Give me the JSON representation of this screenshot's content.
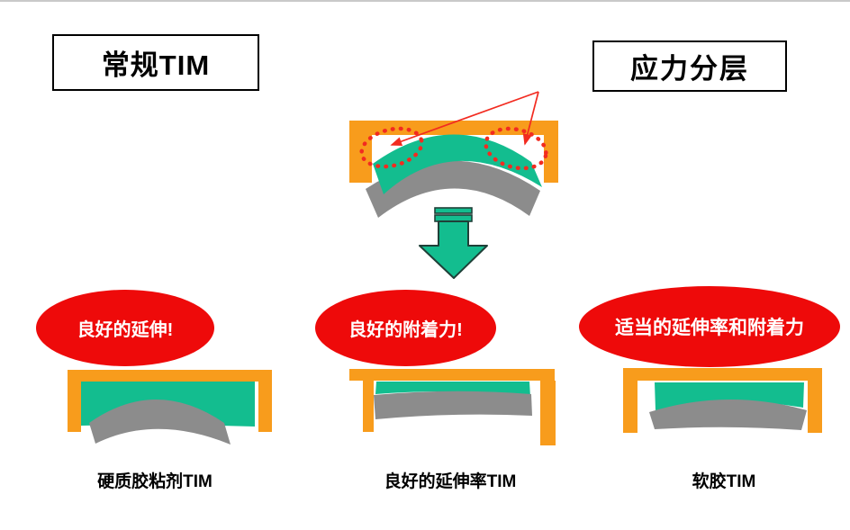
{
  "slide": {
    "background": "#ffffff",
    "titles": {
      "conventional_tim": "常规TIM",
      "stress_delamination": "应力分层"
    },
    "callouts": {
      "good_elongation": "良好的延伸!",
      "good_adhesion": "良好的附着力!",
      "proper_elongation_adhesion": "适当的延伸率和附着力"
    },
    "captions": {
      "hard_adhesive_tim": "硬质胶粘剂TIM",
      "good_elongation_tim": "良好的延伸率TIM",
      "soft_adhesive_tim": "软胶TIM"
    },
    "colors": {
      "bracket_orange": "#F89C1C",
      "tim_green": "#13BD8F",
      "substrate_gray": "#8C8C8C",
      "callout_red": "#EE0A0A",
      "marker_red": "#F22B20",
      "arrow_outline": "#1F4038",
      "title_text": "#000000",
      "callout_text": "#FFFFFF"
    },
    "icons": {
      "down_arrow": "down-arrow-icon",
      "stress_pointer": "stress-arrow-icon",
      "delamination_marker": "dotted-ellipse-icon"
    }
  }
}
